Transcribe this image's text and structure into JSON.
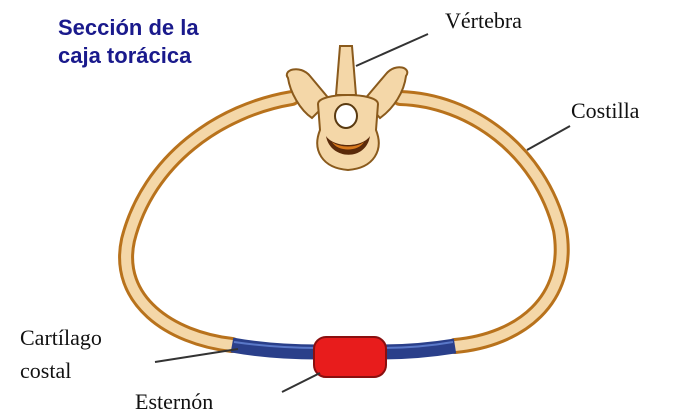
{
  "title": {
    "line1": "Sección de la",
    "line2": "caja torácica"
  },
  "labels": {
    "vertebra": "Vértebra",
    "costilla": "Costilla",
    "cartilago_line1": "Cartílago",
    "cartilago_line2": "costal",
    "esternon": "Esternón"
  },
  "colors": {
    "title": "#1a1a8c",
    "bone": "#f4d7a8",
    "bone_outline": "#b8721c",
    "cartilage": "#2a3f8a",
    "sternum": "#e81c1c",
    "text": "#111111"
  }
}
